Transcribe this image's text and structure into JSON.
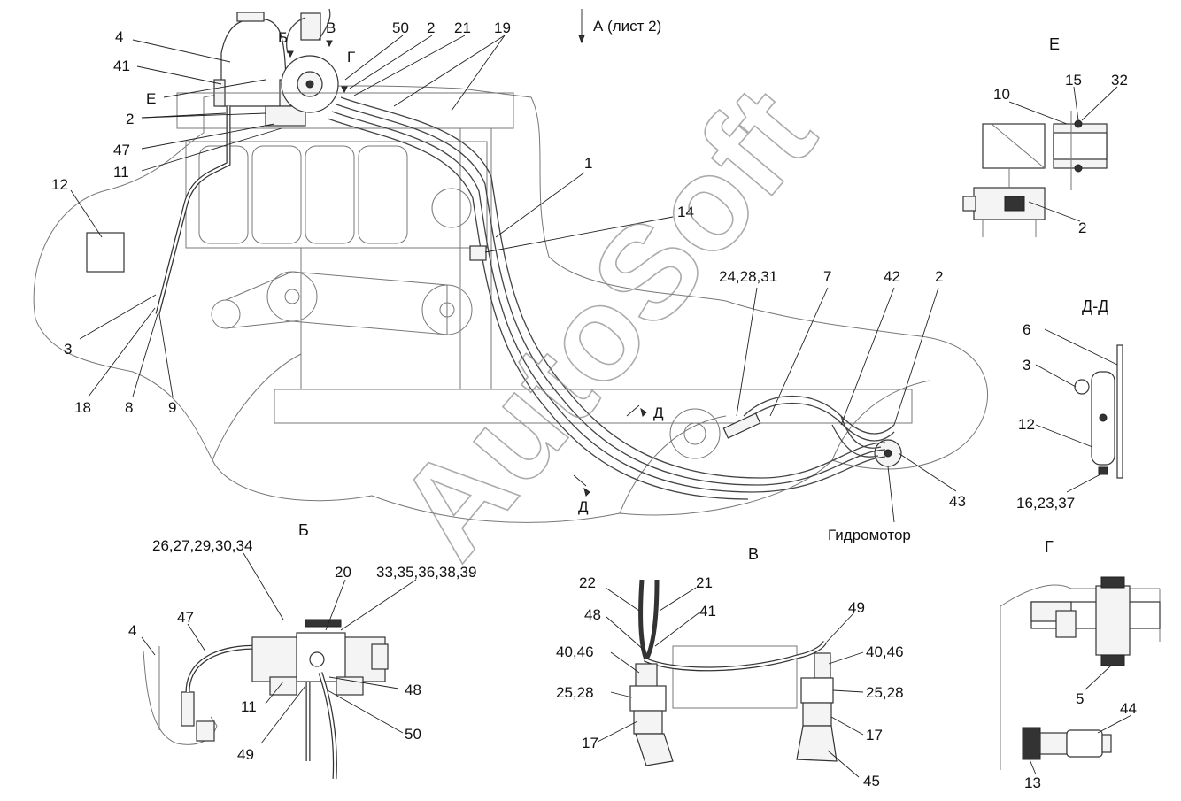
{
  "view_labels": {
    "view_a": "А (лист 2)",
    "section_e": "Е",
    "section_dd": "Д-Д",
    "detail_b": "Б",
    "detail_v": "В",
    "detail_g": "Г",
    "hydromotor": "Гидромотор"
  },
  "main_labels": {
    "l4": "4",
    "l41": "41",
    "lE": "Е",
    "l2a": "2",
    "l47": "47",
    "l11": "11",
    "lB_arrow": "Б",
    "lV_arrow": "В",
    "lG_arrow": "Г",
    "l50": "50",
    "l2b": "2",
    "l21": "21",
    "l19": "19",
    "l12": "12",
    "l1": "1",
    "l14": "14",
    "l3": "3",
    "l18": "18",
    "l8": "8",
    "l9": "9",
    "l24": "24,28,31",
    "l7": "7",
    "l42": "42",
    "l2c": "2",
    "lD1": "Д",
    "lD2": "Д",
    "l43": "43"
  },
  "section_e_labels": {
    "l10": "10",
    "l15": "15",
    "l32": "32",
    "l2": "2"
  },
  "section_dd_labels": {
    "l6": "6",
    "l3": "3",
    "l12": "12",
    "l16": "16,23,37"
  },
  "detail_b_labels": {
    "l26": "26,27,29,30,34",
    "l20": "20",
    "l33": "33,35,36,38,39",
    "l4": "4",
    "l47": "47",
    "l11": "11",
    "l49": "49",
    "l48": "48",
    "l50": "50"
  },
  "detail_v_labels": {
    "l22": "22",
    "l21": "21",
    "l48": "48",
    "l41": "41",
    "l40a": "40,46",
    "l25a": "25,28",
    "l17a": "17",
    "l49": "49",
    "l40b": "40,46",
    "l25b": "25,28",
    "l17b": "17",
    "l45": "45"
  },
  "detail_g_labels": {
    "l5": "5",
    "l44": "44",
    "l13": "13"
  },
  "watermark": "AutoSoft"
}
